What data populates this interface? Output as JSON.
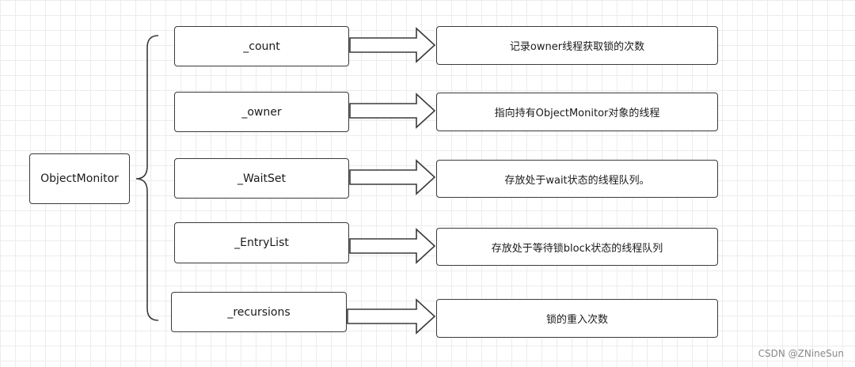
{
  "root": {
    "label": "ObjectMonitor"
  },
  "fields": [
    {
      "name": "_count",
      "description": "记录owner线程获取锁的次数"
    },
    {
      "name": "_owner",
      "description": "指向持有ObjectMonitor对象的线程"
    },
    {
      "name": "_WaitSet",
      "description": "存放处于wait状态的线程队列。"
    },
    {
      "name": "_EntryList",
      "description": "存放处于等待锁block状态的线程队列"
    },
    {
      "name": "_recursions",
      "description": "锁的重入次数"
    }
  ],
  "watermark": "CSDN @ZNineSun"
}
